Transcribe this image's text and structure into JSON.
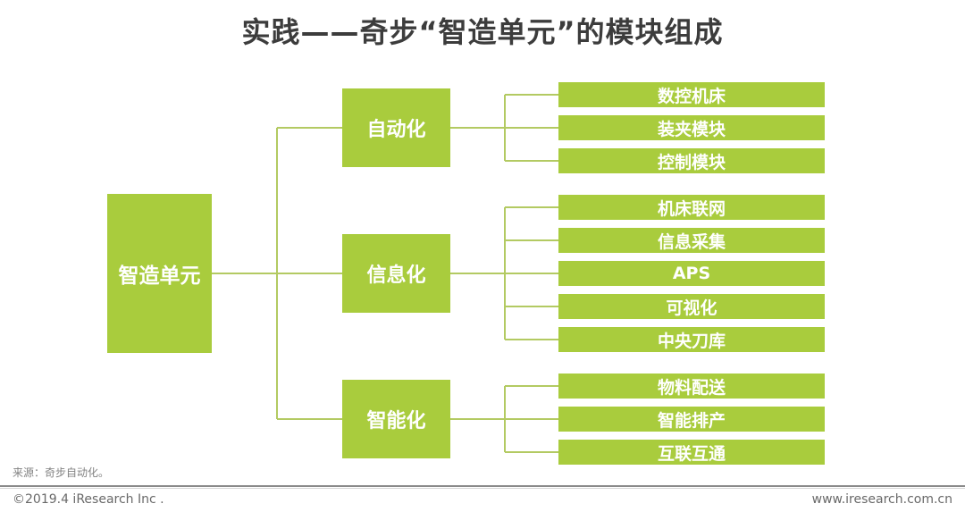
{
  "title": "实践——奇步“智造单元”的模块组成",
  "source_note": "来源：奇步自动化。",
  "footer": {
    "copyright": "©2019.4 iResearch Inc .",
    "website": "www.iresearch.com.cn"
  },
  "colors": {
    "box_green": "#a9cc3d",
    "line_green": "#b3ca62",
    "title_text": "#3c3c3c",
    "footer_text": "#696969",
    "divider_gray": "#8a8a8a"
  },
  "diagram": {
    "root": {
      "label": "智造单元"
    },
    "branches": [
      {
        "label": "自动化",
        "children": [
          "数控机床",
          "装夹模块",
          "控制模块"
        ]
      },
      {
        "label": "信息化",
        "children": [
          "机床联网",
          "信息采集",
          "APS",
          "可视化",
          "中央刀库"
        ]
      },
      {
        "label": "智能化",
        "children": [
          "物料配送",
          "智能排产",
          "互联互通"
        ]
      }
    ]
  }
}
